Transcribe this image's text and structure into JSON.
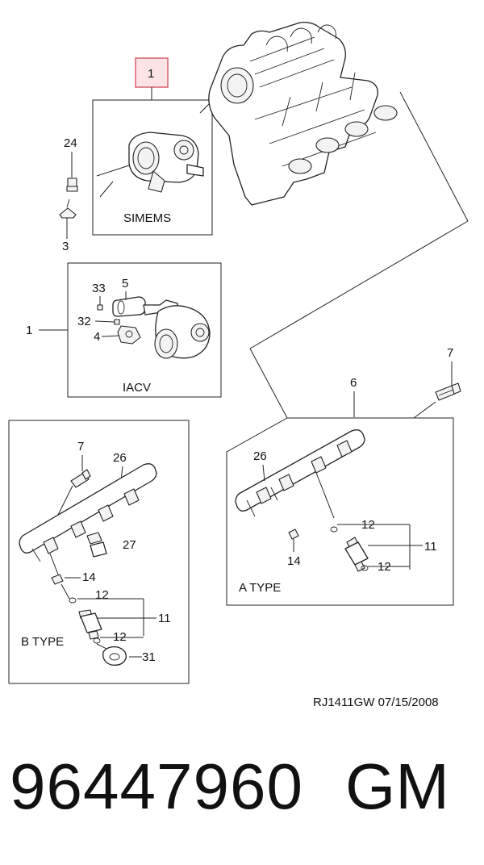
{
  "callouts": {
    "hl_1": "1",
    "c24": "24",
    "c3": "3",
    "c33": "33",
    "c5": "5",
    "c32": "32",
    "c4": "4",
    "c1_iacv": "1",
    "c7_right": "7",
    "c6": "6",
    "c7_left": "7",
    "c26_left": "26",
    "c27": "27",
    "c14_left": "14",
    "c12_left_top": "12",
    "c11_left": "11",
    "c12_left_bottom": "12",
    "c31": "31",
    "c26_right": "26",
    "c12_right_top": "12",
    "c11_right": "11",
    "c14_right": "14",
    "c12_right_bottom": "12"
  },
  "box_labels": {
    "simems": "SIMEMS",
    "iacv": "IACV",
    "b_type": "B TYPE",
    "a_type": "A TYPE"
  },
  "footer": {
    "drawing_code": "RJ1411GW  07/15/2008",
    "part_number": "96447960",
    "brand": "GM"
  },
  "colors": {
    "highlight_fill": "#fbe3e6",
    "highlight_stroke": "#d9626f",
    "line": "#222222"
  }
}
